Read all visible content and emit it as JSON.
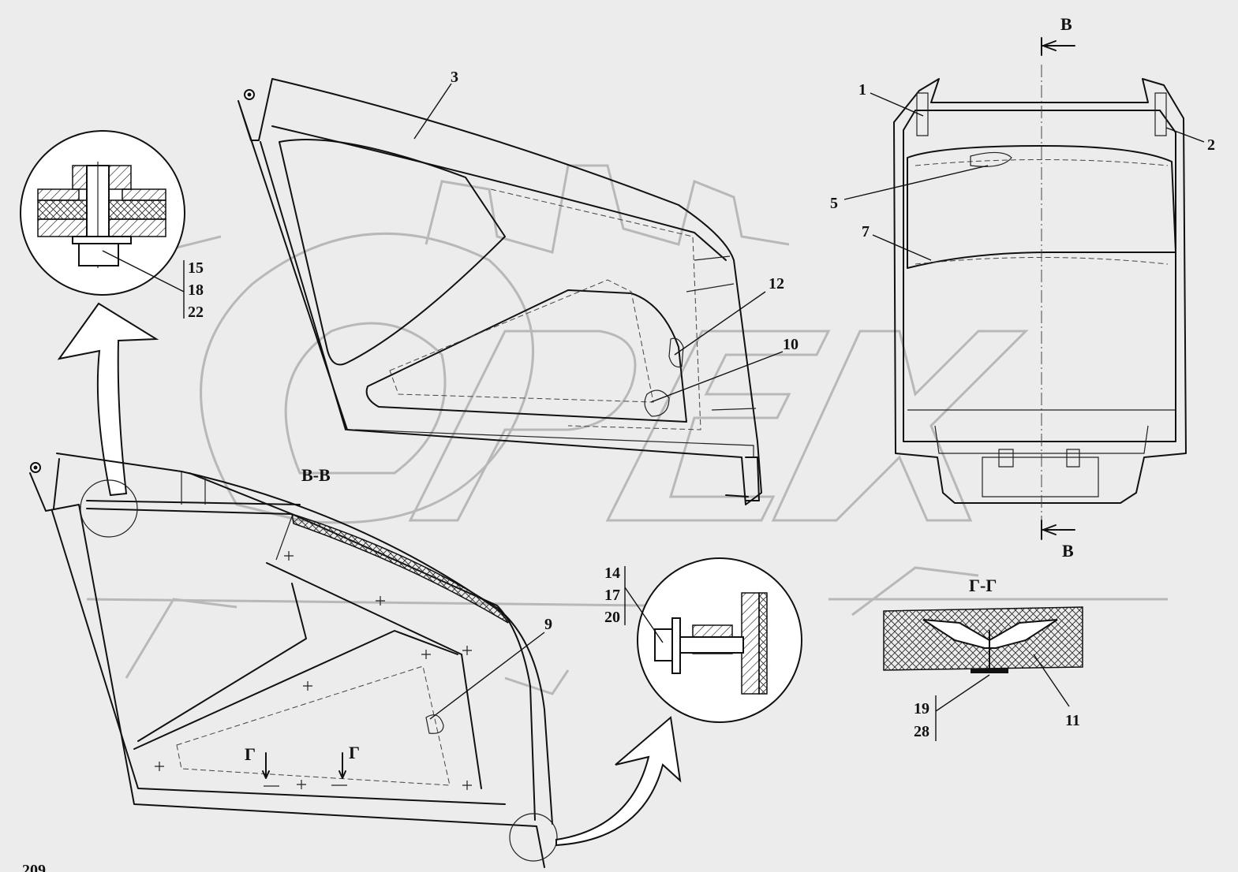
{
  "callouts": {
    "c1": "1",
    "c2": "2",
    "c3": "3",
    "c5": "5",
    "c7": "7",
    "c9": "9",
    "c10": "10",
    "c11": "11",
    "c12": "12"
  },
  "stacks": {
    "left_detail": [
      "15",
      "18",
      "22"
    ],
    "right_detail": [
      "14",
      "17",
      "20"
    ],
    "section_detail": [
      "19",
      "28"
    ]
  },
  "sections": {
    "b_top": "В",
    "b_bottom": "В",
    "bb_title": "В-В",
    "gg_title": "Г-Г",
    "g_left": "Г",
    "g_right": "Г"
  },
  "watermark": "OPEX",
  "corner_mark": "209"
}
